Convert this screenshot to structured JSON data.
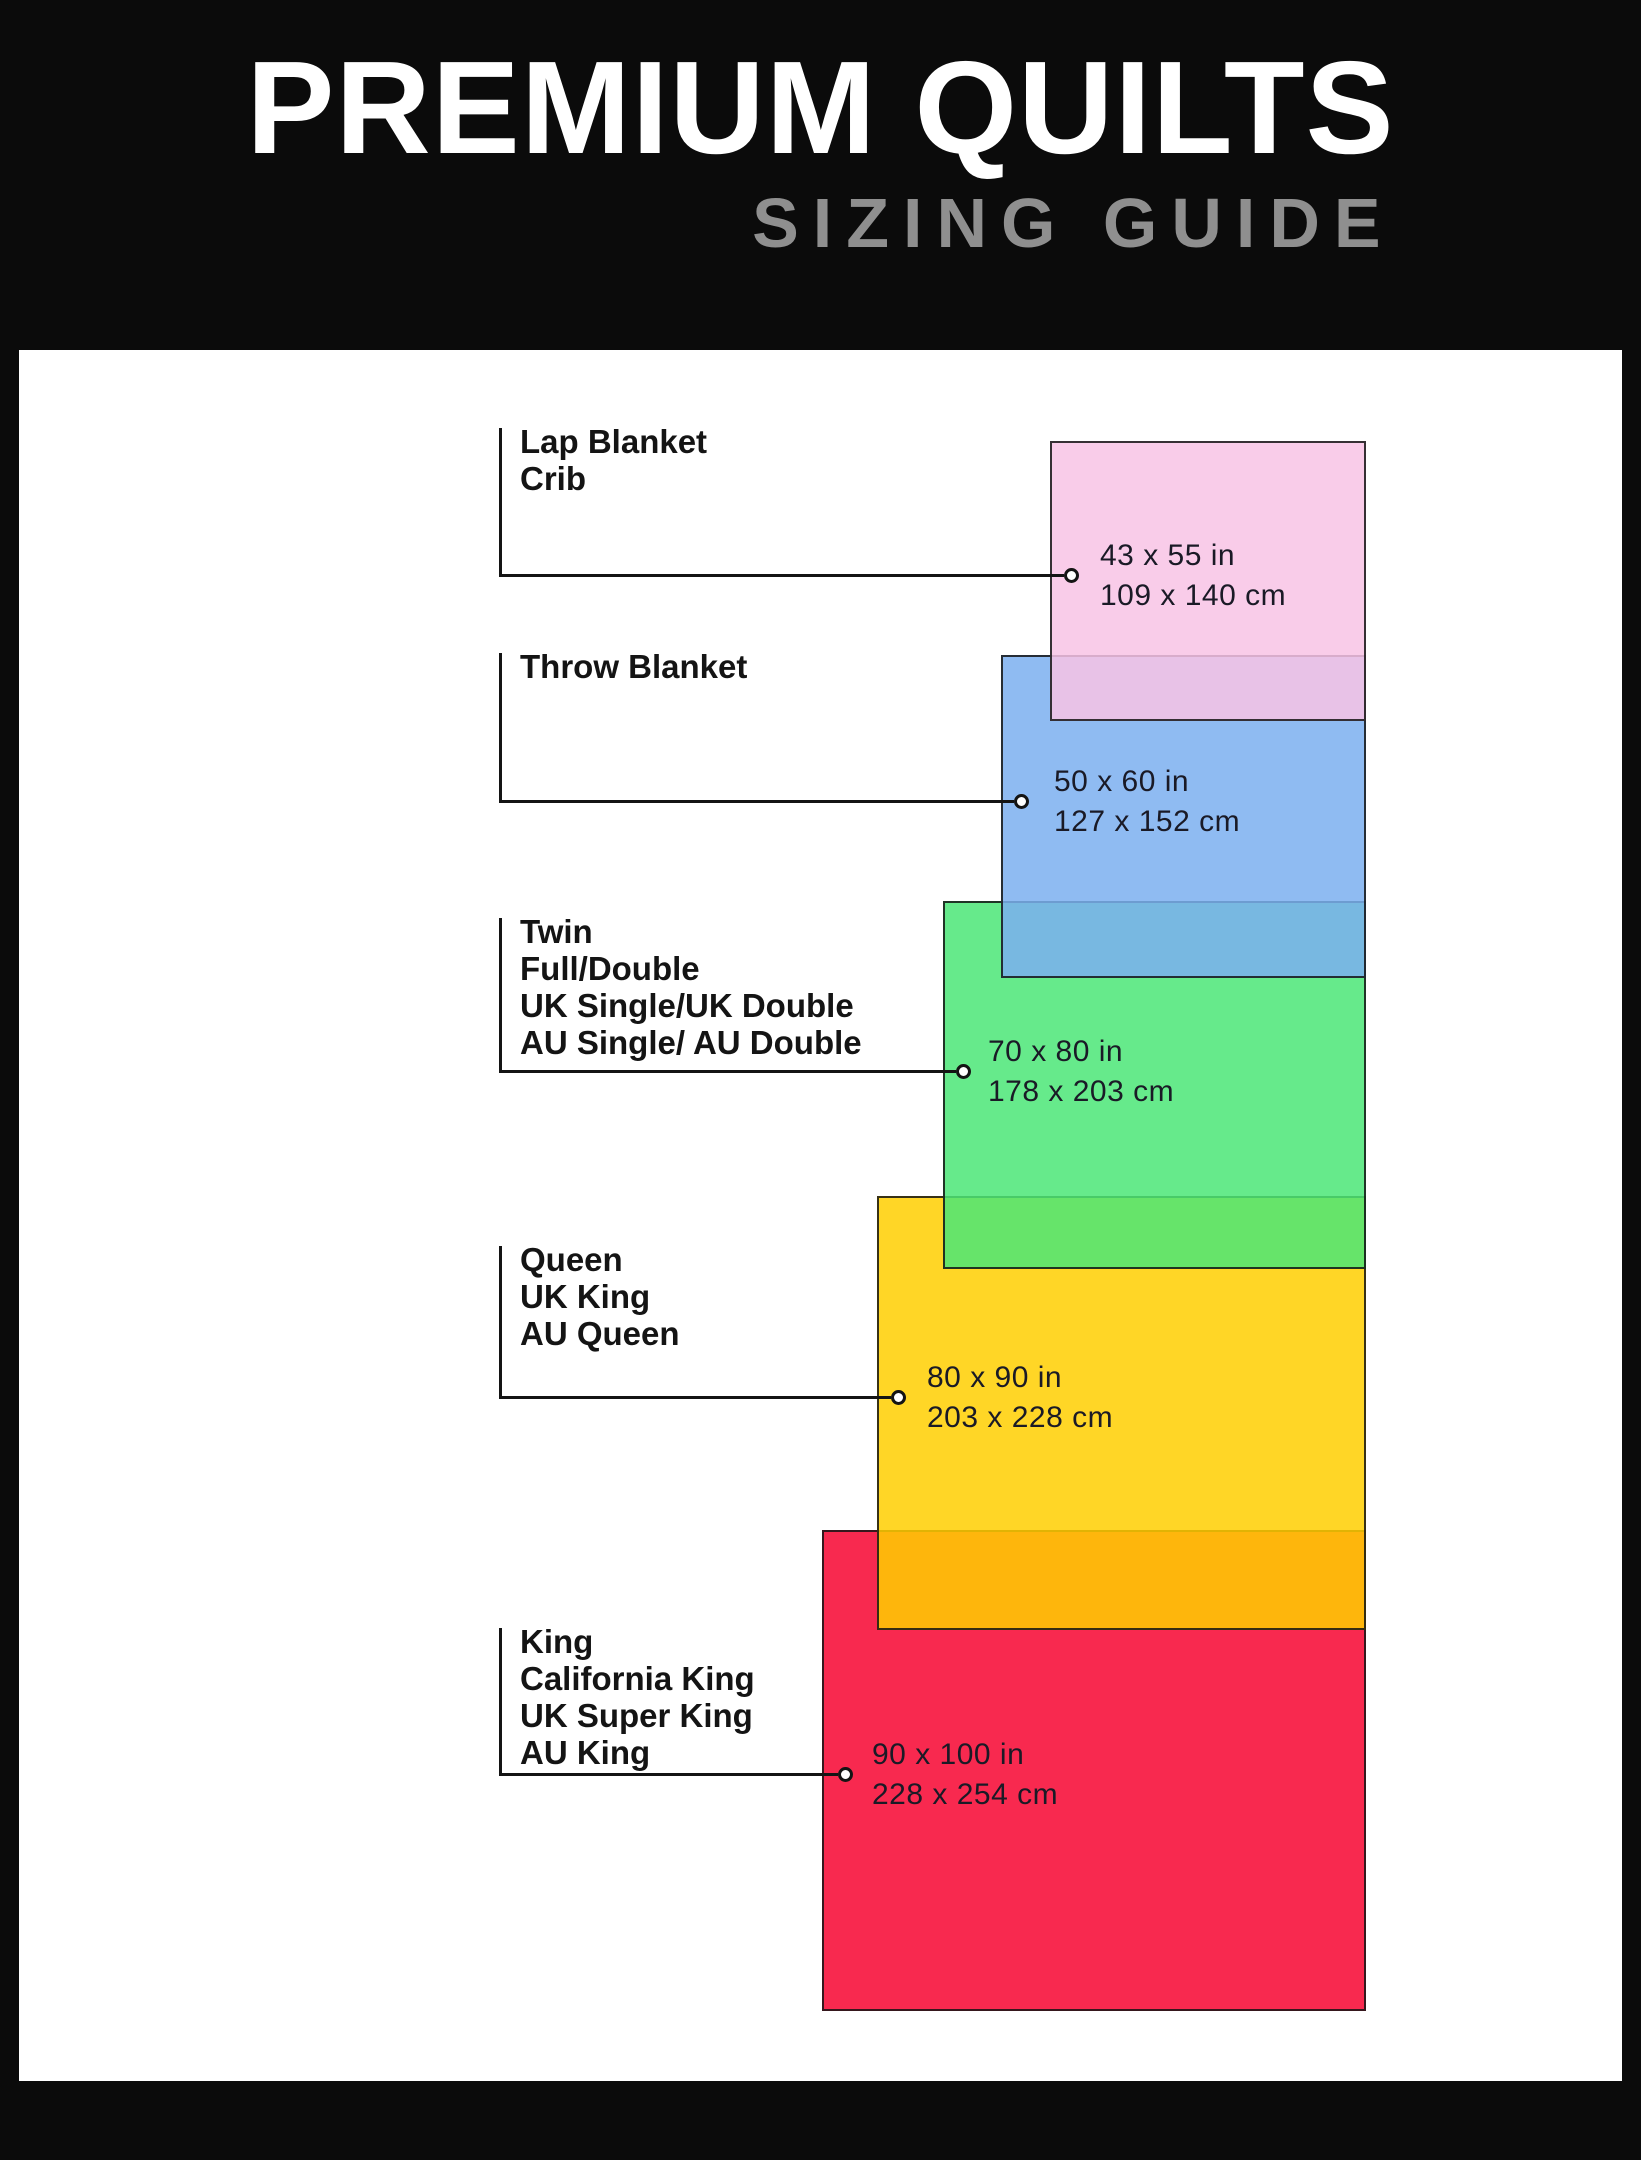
{
  "header": {
    "title": "PREMIUM QUILTS",
    "subtitle": "SIZING GUIDE"
  },
  "palette": {
    "background": "#0b0b0b",
    "canvas": "#ffffff",
    "title_text": "#ffffff",
    "subtitle_text": "#8f8f8f",
    "label_text": "#141414",
    "size_text": "#1a1a26",
    "line": "#141414",
    "pink": "rgba(248,195,229,0.85)",
    "blue": "rgba(123,175,240,0.85)",
    "green": "rgba(75,230,119,0.85)",
    "yellow": "rgba(255,207,0,0.85)",
    "red": "rgba(247,3,48,0.85)"
  },
  "sizes": [
    {
      "id": "lap-blanket-crib",
      "labels": [
        "Lap Blanket",
        "Crib"
      ],
      "inches": "43 x 55 in",
      "cm": "109 x 140 cm",
      "fill": "rgba(248,195,229,0.85)"
    },
    {
      "id": "throw-blanket",
      "labels": [
        "Throw Blanket"
      ],
      "inches": "50 x 60 in",
      "cm": "127 x 152 cm",
      "fill": "rgba(123,175,240,0.85)"
    },
    {
      "id": "twin-full-double",
      "labels": [
        "Twin",
        "Full/Double",
        "UK Single/UK Double",
        "AU Single/ AU Double"
      ],
      "inches": "70 x 80 in",
      "cm": "178 x 203 cm",
      "fill": "rgba(75,230,119,0.85)"
    },
    {
      "id": "queen-uk-king-au-queen",
      "labels": [
        "Queen",
        "UK King",
        "AU Queen"
      ],
      "inches": "80 x 90 in",
      "cm": "203 x 228 cm",
      "fill": "rgba(255,207,0,0.85)"
    },
    {
      "id": "king-california-king",
      "labels": [
        "King",
        "California King",
        "UK Super King",
        "AU King"
      ],
      "inches": "90 x 100 in",
      "cm": "228 x 254 cm",
      "fill": "rgba(247,3,48,0.85)"
    }
  ]
}
